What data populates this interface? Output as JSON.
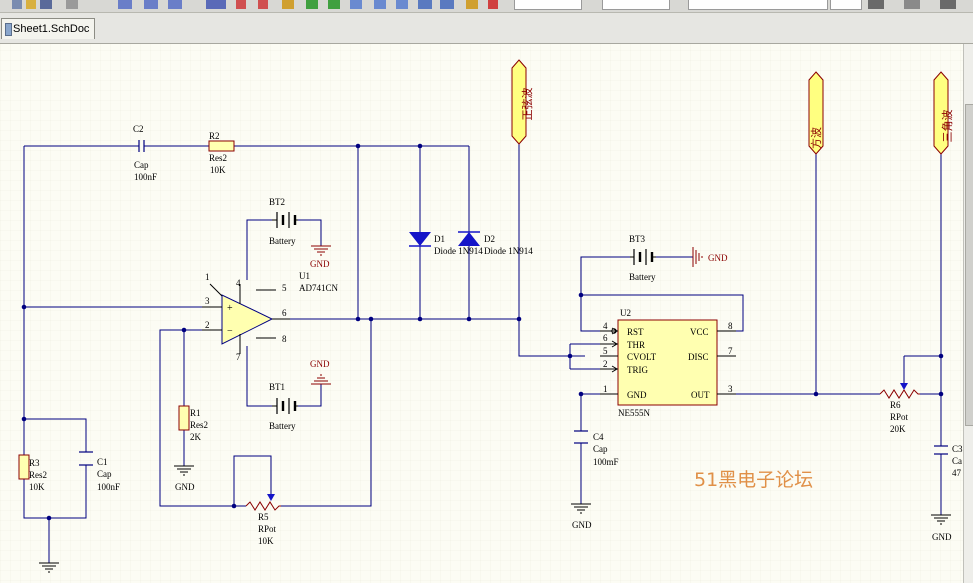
{
  "document_tab": "Sheet1.SchDoc",
  "watermark": "51黑电子论坛",
  "colors": {
    "wire": "#000080",
    "component": "#8b0000",
    "fill": "#ffffb0",
    "pin": "#000000",
    "diode": "#1414c8",
    "watermark": "#e09048",
    "port_fill": "#ffff80"
  },
  "ports": [
    "正弦波",
    "方波",
    "三角波"
  ],
  "components": {
    "C1": {
      "designator": "C1",
      "type": "Cap",
      "value": "100nF"
    },
    "C2": {
      "designator": "C2",
      "type": "Cap",
      "value": "100nF"
    },
    "C3": {
      "designator": "C3",
      "type": "Ca",
      "value": "47"
    },
    "C4": {
      "designator": "C4",
      "type": "Cap",
      "value": "100mF"
    },
    "R1": {
      "designator": "R1",
      "type": "Res2",
      "value": "2K"
    },
    "R2": {
      "designator": "R2",
      "type": "Res2",
      "value": "10K"
    },
    "R3": {
      "designator": "R3",
      "type": "Res2",
      "value": "10K"
    },
    "R5": {
      "designator": "R5",
      "type": "RPot",
      "value": "10K"
    },
    "R6": {
      "designator": "R6",
      "type": "RPot",
      "value": "20K"
    },
    "BT1": {
      "designator": "BT1",
      "type": "Battery"
    },
    "BT2": {
      "designator": "BT2",
      "type": "Battery"
    },
    "BT3": {
      "designator": "BT3",
      "type": "Battery"
    },
    "D1": {
      "designator": "D1",
      "type": "Diode 1N914"
    },
    "D2": {
      "designator": "D2",
      "type": "Diode 1N914"
    },
    "U1": {
      "designator": "U1",
      "type": "AD741CN",
      "pins": {
        "p1": "1",
        "p2": "2",
        "p3": "3",
        "p4": "4",
        "p5": "5",
        "p6": "6",
        "p7": "7",
        "p8": "8"
      },
      "plus": "+",
      "minus": "−"
    },
    "U2": {
      "designator": "U2",
      "type": "NE555N",
      "pin_names": {
        "rst": "RST",
        "thr": "THR",
        "cvolt": "CVOLT",
        "trig": "TRIG",
        "gnd": "GND",
        "vcc": "VCC",
        "disc": "DISC",
        "out": "OUT"
      },
      "pins": {
        "p1": "1",
        "p2": "2",
        "p3": "3",
        "p4": "4",
        "p5": "5",
        "p6": "6",
        "p7": "7",
        "p8": "8"
      }
    }
  },
  "gnd_label": "GND"
}
